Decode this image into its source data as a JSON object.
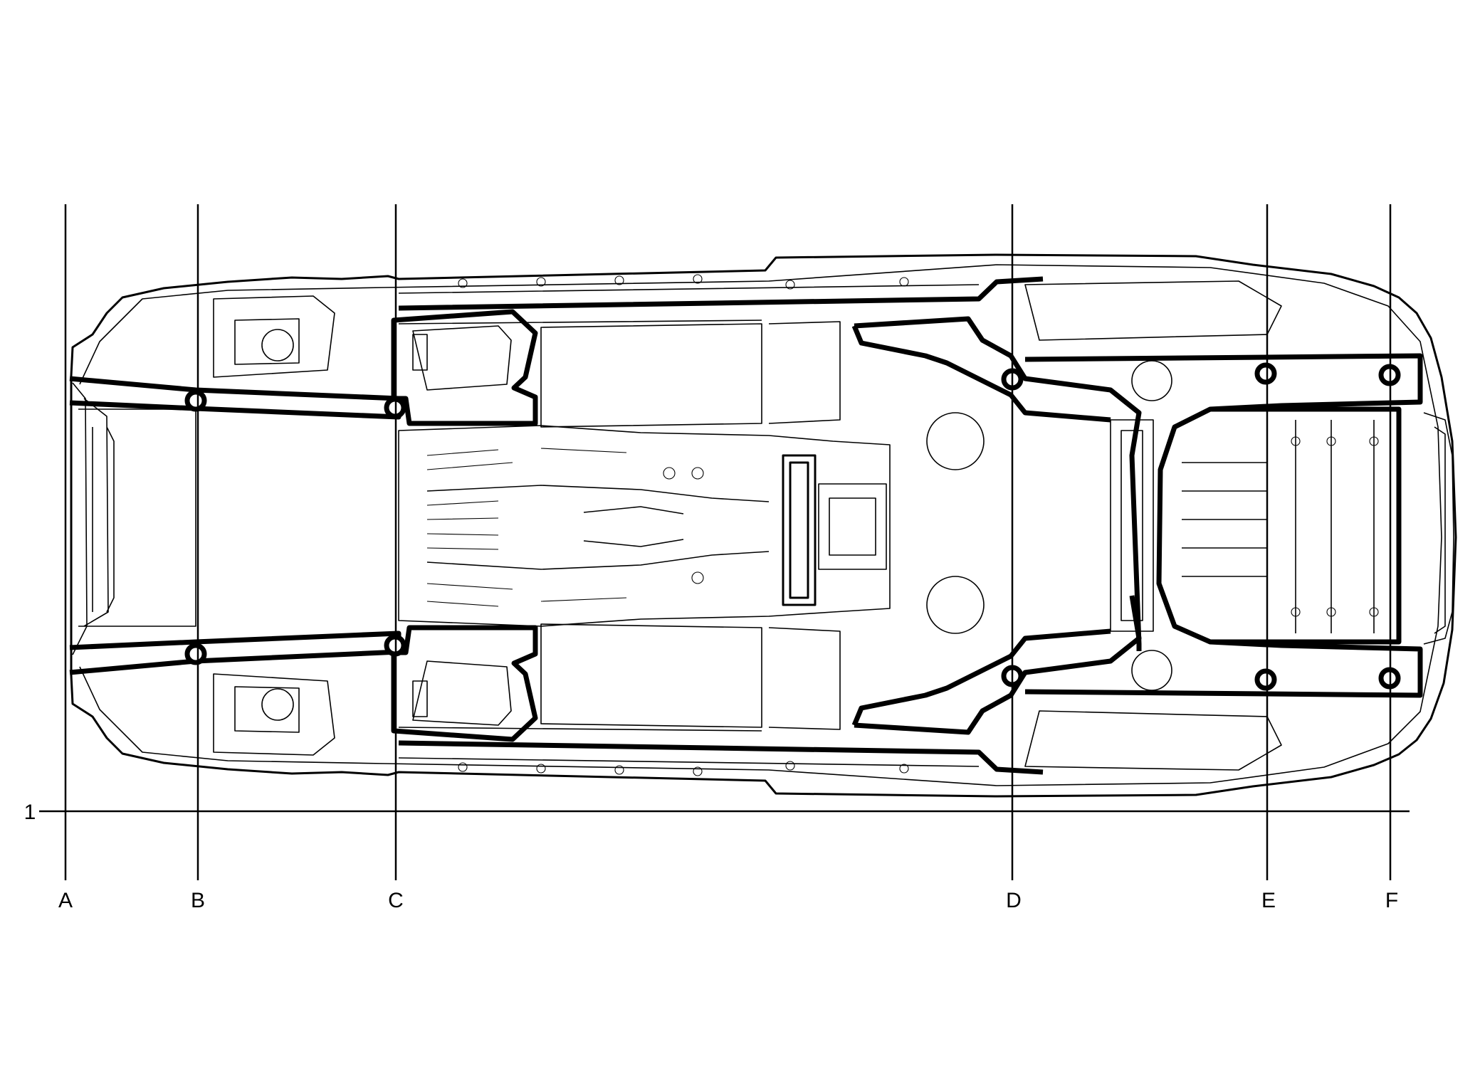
{
  "reference_lines": {
    "vertical": [
      "A",
      "B",
      "C",
      "D",
      "E",
      "F"
    ],
    "horizontal": [
      "1"
    ]
  }
}
